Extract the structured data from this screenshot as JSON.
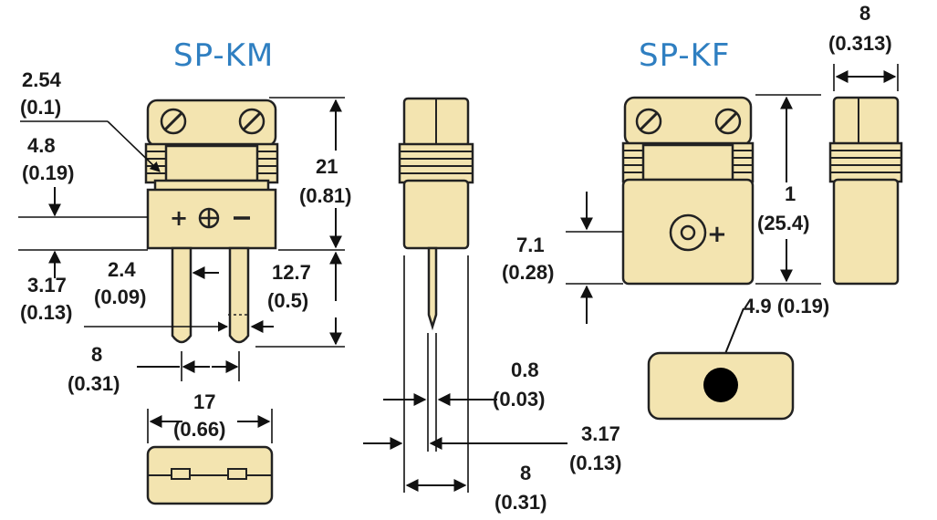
{
  "titles": {
    "left": "SP-KM",
    "right": "SP-KF"
  },
  "km": {
    "d1": "2.54",
    "d1_in": "(0.1)",
    "d2": "4.8",
    "d2_in": "(0.19)",
    "d3": "3.17",
    "d3_in": "(0.13)",
    "d4": "2.4",
    "d4_in": "(0.09)",
    "d5": "21",
    "d5_in": "(0.81)",
    "d6": "12.7",
    "d6_in": "(0.5)",
    "d7": "8",
    "d7_in": "(0.31)",
    "d8": "17",
    "d8_in": "(0.66)"
  },
  "side": {
    "d1": "0.8",
    "d1_in": "(0.03)",
    "d2": "3.17",
    "d2_in": "(0.13)",
    "d3": "8",
    "d3_in": "(0.31)"
  },
  "kf": {
    "d1": "8",
    "d1_in": "(0.313)",
    "d2": "1",
    "d2_in": "(25.4)",
    "d3": "7.1",
    "d3_in": "(0.28)",
    "d4": "4.9 (0.19)"
  },
  "colors": {
    "title": "#2f7fc1",
    "body": "#f3e4b0"
  }
}
